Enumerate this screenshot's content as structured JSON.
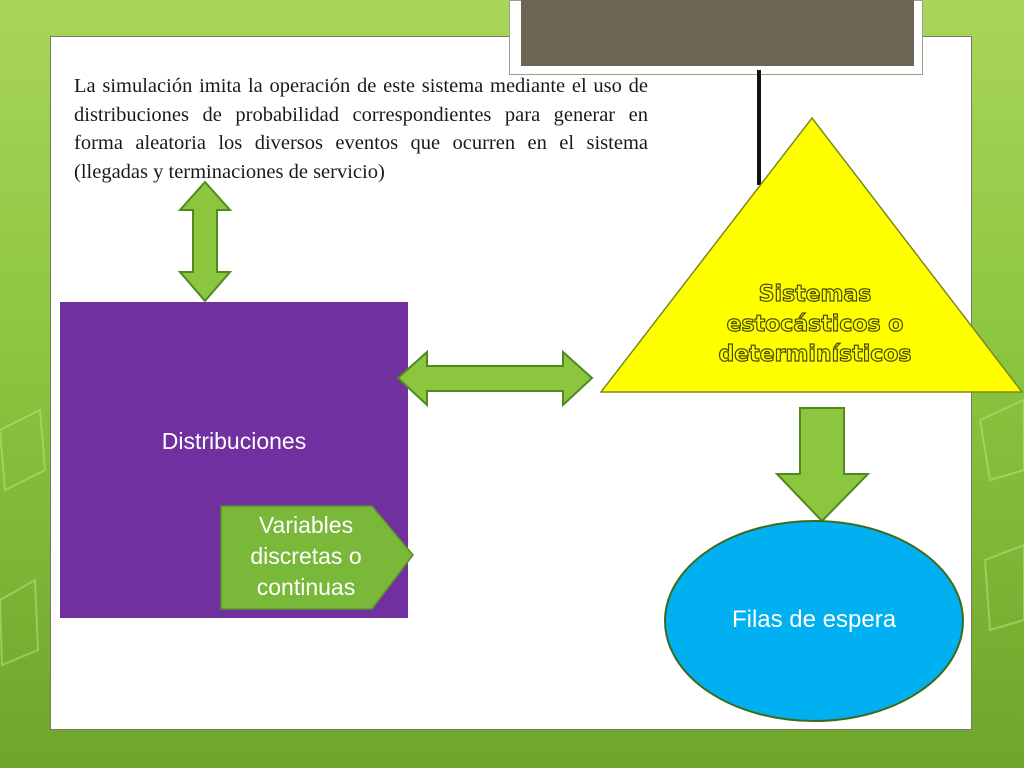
{
  "intro_text": "La simulación imita la operación de este sistema mediante el uso de distribuciones de probabilidad correspondientes para generar en forma aleatoria los diversos eventos que ocurren en el sistema (llegadas y terminaciones de servicio)",
  "nodes": {
    "distribuciones": "Distribuciones",
    "variables": "Variables discretas o continuas",
    "sistemas": "Sistemas estocásticos o determinísticos",
    "filas": "Filas de espera"
  },
  "colors": {
    "background": "#8cc63f",
    "arrow_fill": "#8cc63f",
    "arrow_stroke": "#4e8a1e",
    "distribuciones_box": "#7030a0",
    "variables_tag": "#7ab83a",
    "triangle": "#ffff00",
    "ellipse": "#00b0f0",
    "title_bar": "#6d6656"
  }
}
